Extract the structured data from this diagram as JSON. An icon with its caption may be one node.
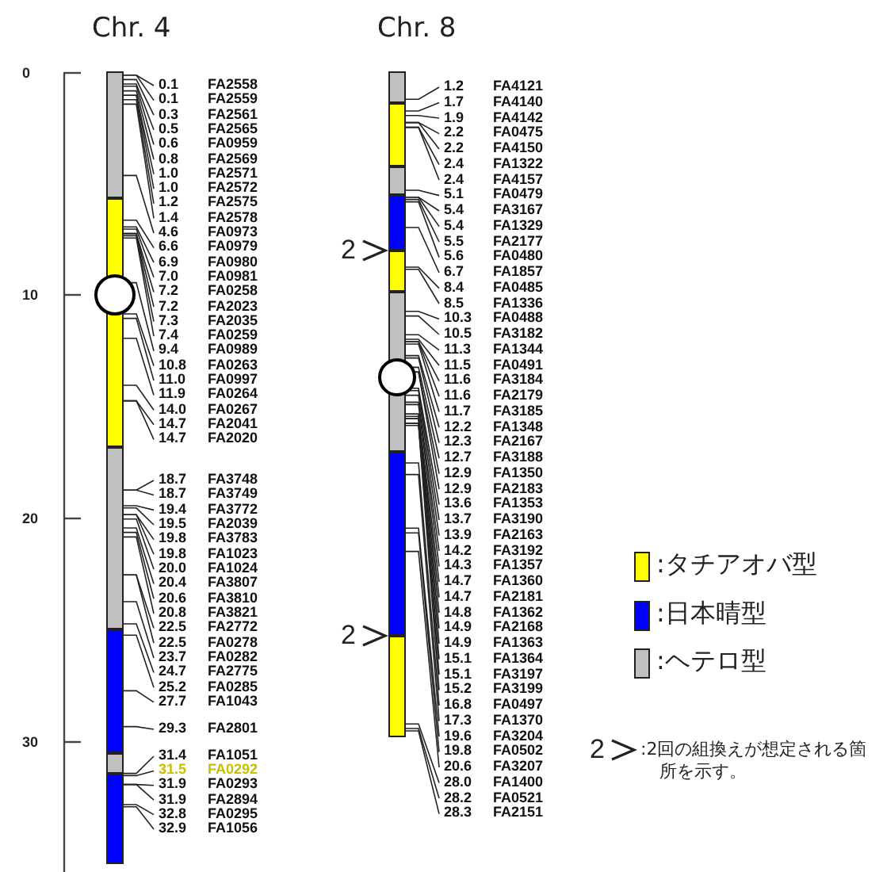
{
  "diagram": {
    "nodes": [
      {
        "text": [
          "Chr. 4"
        ]
      },
      {
        "text": [
          "Chr. 8"
        ]
      }
    ],
    "labels": [
      "0",
      "10",
      "20",
      "30",
      "0.1",
      "FA2558",
      "0.1",
      "FA2559",
      "0.3",
      "FA2561",
      "0.5",
      "FA2565",
      "0.6",
      "FA0959",
      "0.8",
      "FA2569",
      "1.0",
      "FA2571",
      "1.0",
      "FA2572",
      "1.2",
      "FA2575",
      "1.4",
      "FA2578",
      "4.6",
      "FA0973",
      "6.6",
      "FA0979",
      "6.9",
      "FA0980",
      "7.0",
      "FA0981",
      "7.2",
      "FA0258",
      "7.2",
      "FA2023",
      "7.3",
      "FA2035",
      "7.4",
      "FA0259",
      "9.4",
      "FA0989",
      "10.8",
      "FA0263",
      "11.0",
      "FA0997",
      "11.9",
      "FA0264",
      "14.0",
      "FA0267",
      "14.7",
      "FA2041",
      "14.7",
      "FA2020",
      "18.7",
      "FA3748",
      "18.7",
      "FA3749",
      "19.4",
      "FA3772",
      "19.5",
      "FA2039",
      "19.8",
      "FA3783",
      "19.8",
      "FA1023",
      "20.0",
      "FA1024",
      "20.4",
      "FA3807",
      "20.6",
      "FA3810",
      "20.8",
      "FA3821",
      "22.5",
      "FA2772",
      "22.5",
      "FA0278",
      "23.7",
      "FA0282",
      "24.7",
      "FA2775",
      "25.2",
      "FA0285",
      "27.7",
      "FA1043",
      "29.3",
      "FA2801",
      "31.4",
      "FA1051",
      "31.5",
      "FA0292",
      "31.9",
      "FA0293",
      "31.9",
      "FA2894",
      "32.8",
      "FA0295",
      "32.9",
      "FA1056",
      "1.2",
      "FA4121",
      "1.7",
      "FA4140",
      "1.9",
      "FA4142",
      "2.2",
      "FA0475",
      "2.2",
      "FA4150",
      "2.4",
      "FA1322",
      "2.4",
      "FA4157",
      "5.1",
      "FA0479",
      "5.4",
      "FA3167",
      "5.4",
      "FA1329",
      "5.5",
      "FA2177",
      "5.6",
      "FA0480",
      "6.7",
      "FA1857",
      "8.4",
      "FA0485",
      "8.5",
      "FA1336",
      "10.3",
      "FA0488",
      "10.5",
      "FA3182",
      "11.3",
      "FA1344",
      "11.5",
      "FA0491",
      "11.6",
      "FA3184",
      "11.6",
      "FA2179",
      "11.7",
      "FA3185",
      "12.2",
      "FA1348",
      "12.3",
      "FA2167",
      "12.7",
      "FA3188",
      "12.9",
      "FA1350",
      "12.9",
      "FA2183",
      "13.6",
      "FA1353",
      "13.7",
      "FA3190",
      "13.9",
      "FA2163",
      "14.2",
      "FA3192",
      "14.3",
      "FA1357",
      "14.7",
      "FA1360",
      "14.7",
      "FA2181",
      "14.8",
      "FA1362",
      "14.9",
      "FA2168",
      "14.9",
      "FA1363",
      "15.1",
      "FA1364",
      "15.1",
      "FA3197",
      "15.2",
      "FA3199",
      "16.8",
      "FA0497",
      "17.3",
      "FA1370",
      "19.6",
      "FA3204",
      "19.8",
      "FA0502",
      "20.6",
      "FA3207",
      "28.0",
      "FA1400",
      "28.2",
      "FA0521",
      "28.3",
      "FA2151",
      "2",
      "2",
      "2",
      ":2回の組換えが想定される箇所を示す。"
    ],
    "legend": [
      {
        "text": ":タチアオバ型",
        "color": "#ffff00"
      },
      {
        "text": ":日本晴型",
        "color": "#0000ff"
      },
      {
        "text": ":ヘテロ型",
        "color": "#c0c0c0"
      }
    ]
  }
}
